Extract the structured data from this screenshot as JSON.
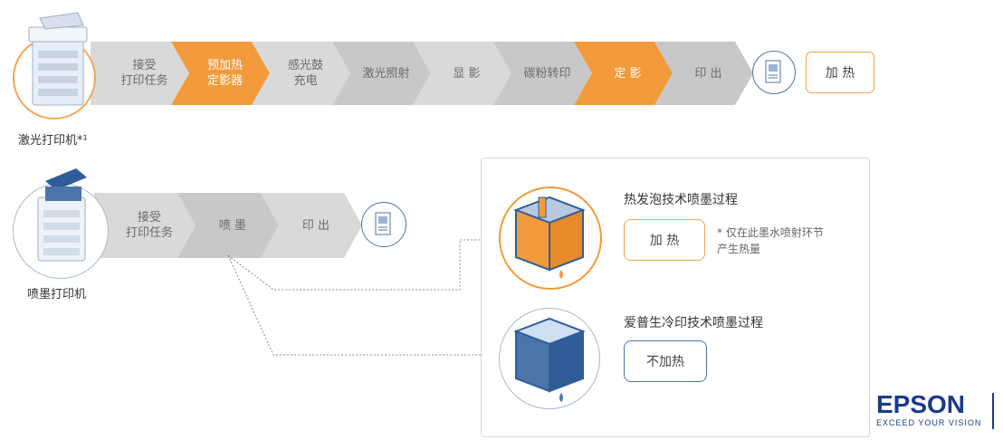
{
  "colors": {
    "orange": "#f39a3b",
    "gray": "#d9d9d9",
    "gray_dark": "#c8c8c8",
    "blue": "#2f5d99",
    "border_orange": "#f2a654"
  },
  "laser": {
    "label": "激光打印机*¹",
    "steps": [
      {
        "label": "接受\n打印任务",
        "hot": false
      },
      {
        "label": "预加热\n定影器",
        "hot": true
      },
      {
        "label": "感光鼓\n充电",
        "hot": false
      },
      {
        "label": "激光照射",
        "hot": false
      },
      {
        "label": "显 影",
        "hot": false
      },
      {
        "label": "碳粉转印",
        "hot": false
      },
      {
        "label": "定 影",
        "hot": true
      },
      {
        "label": "印 出",
        "hot": false
      }
    ],
    "heat_label": "加 热"
  },
  "inkjet": {
    "label": "喷墨打印机",
    "steps": [
      {
        "label": "接受\n打印任务",
        "hot": false
      },
      {
        "label": "喷 墨",
        "hot": false
      },
      {
        "label": "印 出",
        "hot": false
      }
    ]
  },
  "panel": {
    "thermal_title": "热发泡技术喷墨过程",
    "thermal_button": "加 热",
    "thermal_note": "* 仅在此墨水喷射环节\n产生热量",
    "epson_title": "爱普生冷印技术喷墨过程",
    "epson_button": "不加热"
  },
  "brand": {
    "name": "EPSON",
    "tagline": "EXCEED YOUR VISION"
  }
}
